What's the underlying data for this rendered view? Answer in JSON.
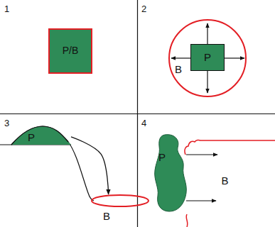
{
  "diagram": {
    "nodes": [
      {
        "text": [
          "P/B"
        ]
      },
      {
        "text": [
          "B"
        ]
      },
      {
        "text": [
          "P"
        ],
        "in": 1
      },
      {
        "text": [
          "P"
        ]
      },
      {
        "text": [
          "B"
        ]
      },
      {
        "text": [
          "P"
        ]
      },
      {
        "text": [
          "B"
        ]
      }
    ],
    "edges": [
      {
        "from": 3,
        "to": 4,
        "arrow": "to"
      }
    ],
    "labels": [
      "1",
      "2",
      "3",
      "4"
    ]
  }
}
